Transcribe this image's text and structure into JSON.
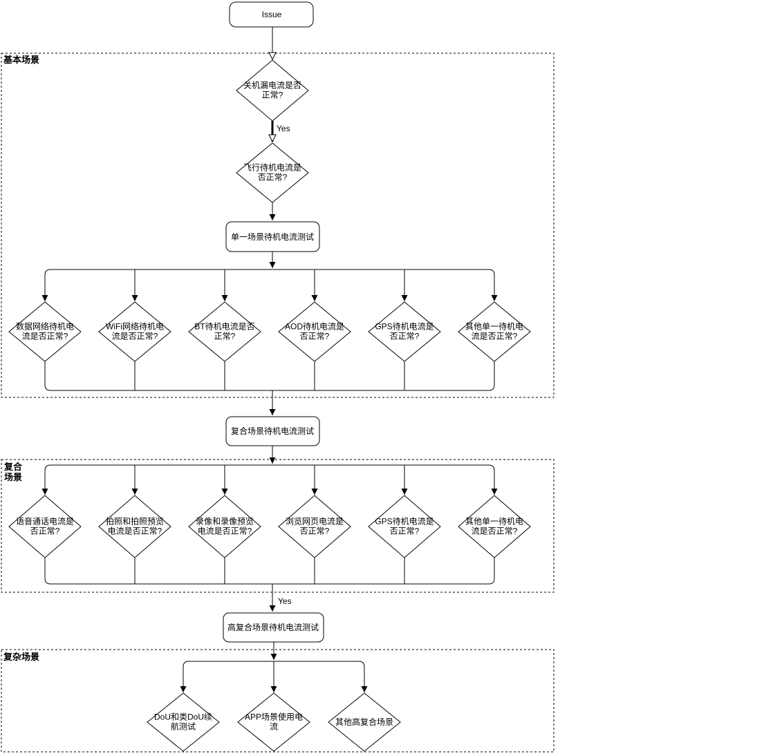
{
  "diagram": {
    "type": "flowchart",
    "colors": {
      "line": "#000000",
      "fill": "#ffffff",
      "text": "#000000"
    }
  },
  "regions": {
    "basic": {
      "label": "基本场景"
    },
    "composite": {
      "label": "复合场景"
    },
    "complex": {
      "label": "复杂场景"
    }
  },
  "edge_labels": {
    "yes1": "Yes",
    "yes2": "Yes"
  },
  "nodes": {
    "issue": "Issue",
    "q_shutdown": "关机漏电流是否正常?",
    "q_flight": "飞行待机电流是否正常?",
    "p_single": "单一场景待机电流测试",
    "p_composite": "复合场景待机电流测试",
    "p_high_composite": "高复合场景待机电流测试"
  },
  "row_basic": [
    "数据网络待机电流是否正常?",
    "WiFi网络待机电流是否正常?",
    "BT待机电流是否正常?",
    "AOD待机电流是否正常?",
    "GPS待机电流是否正常?",
    "其他单一待机电流是否正常?"
  ],
  "row_composite": [
    "语音通话电流是否正常?",
    "拍照和拍照预览电流是否正常?",
    "录像和录像预览电流是否正常?",
    "浏览网页电流是否正常?",
    "GPS待机电流是否正常?",
    "其他单一待机电流是否正常?"
  ],
  "row_complex": [
    "DoU和类DoU续航测试",
    "APP场景使用电流",
    "其他高复合场景"
  ]
}
